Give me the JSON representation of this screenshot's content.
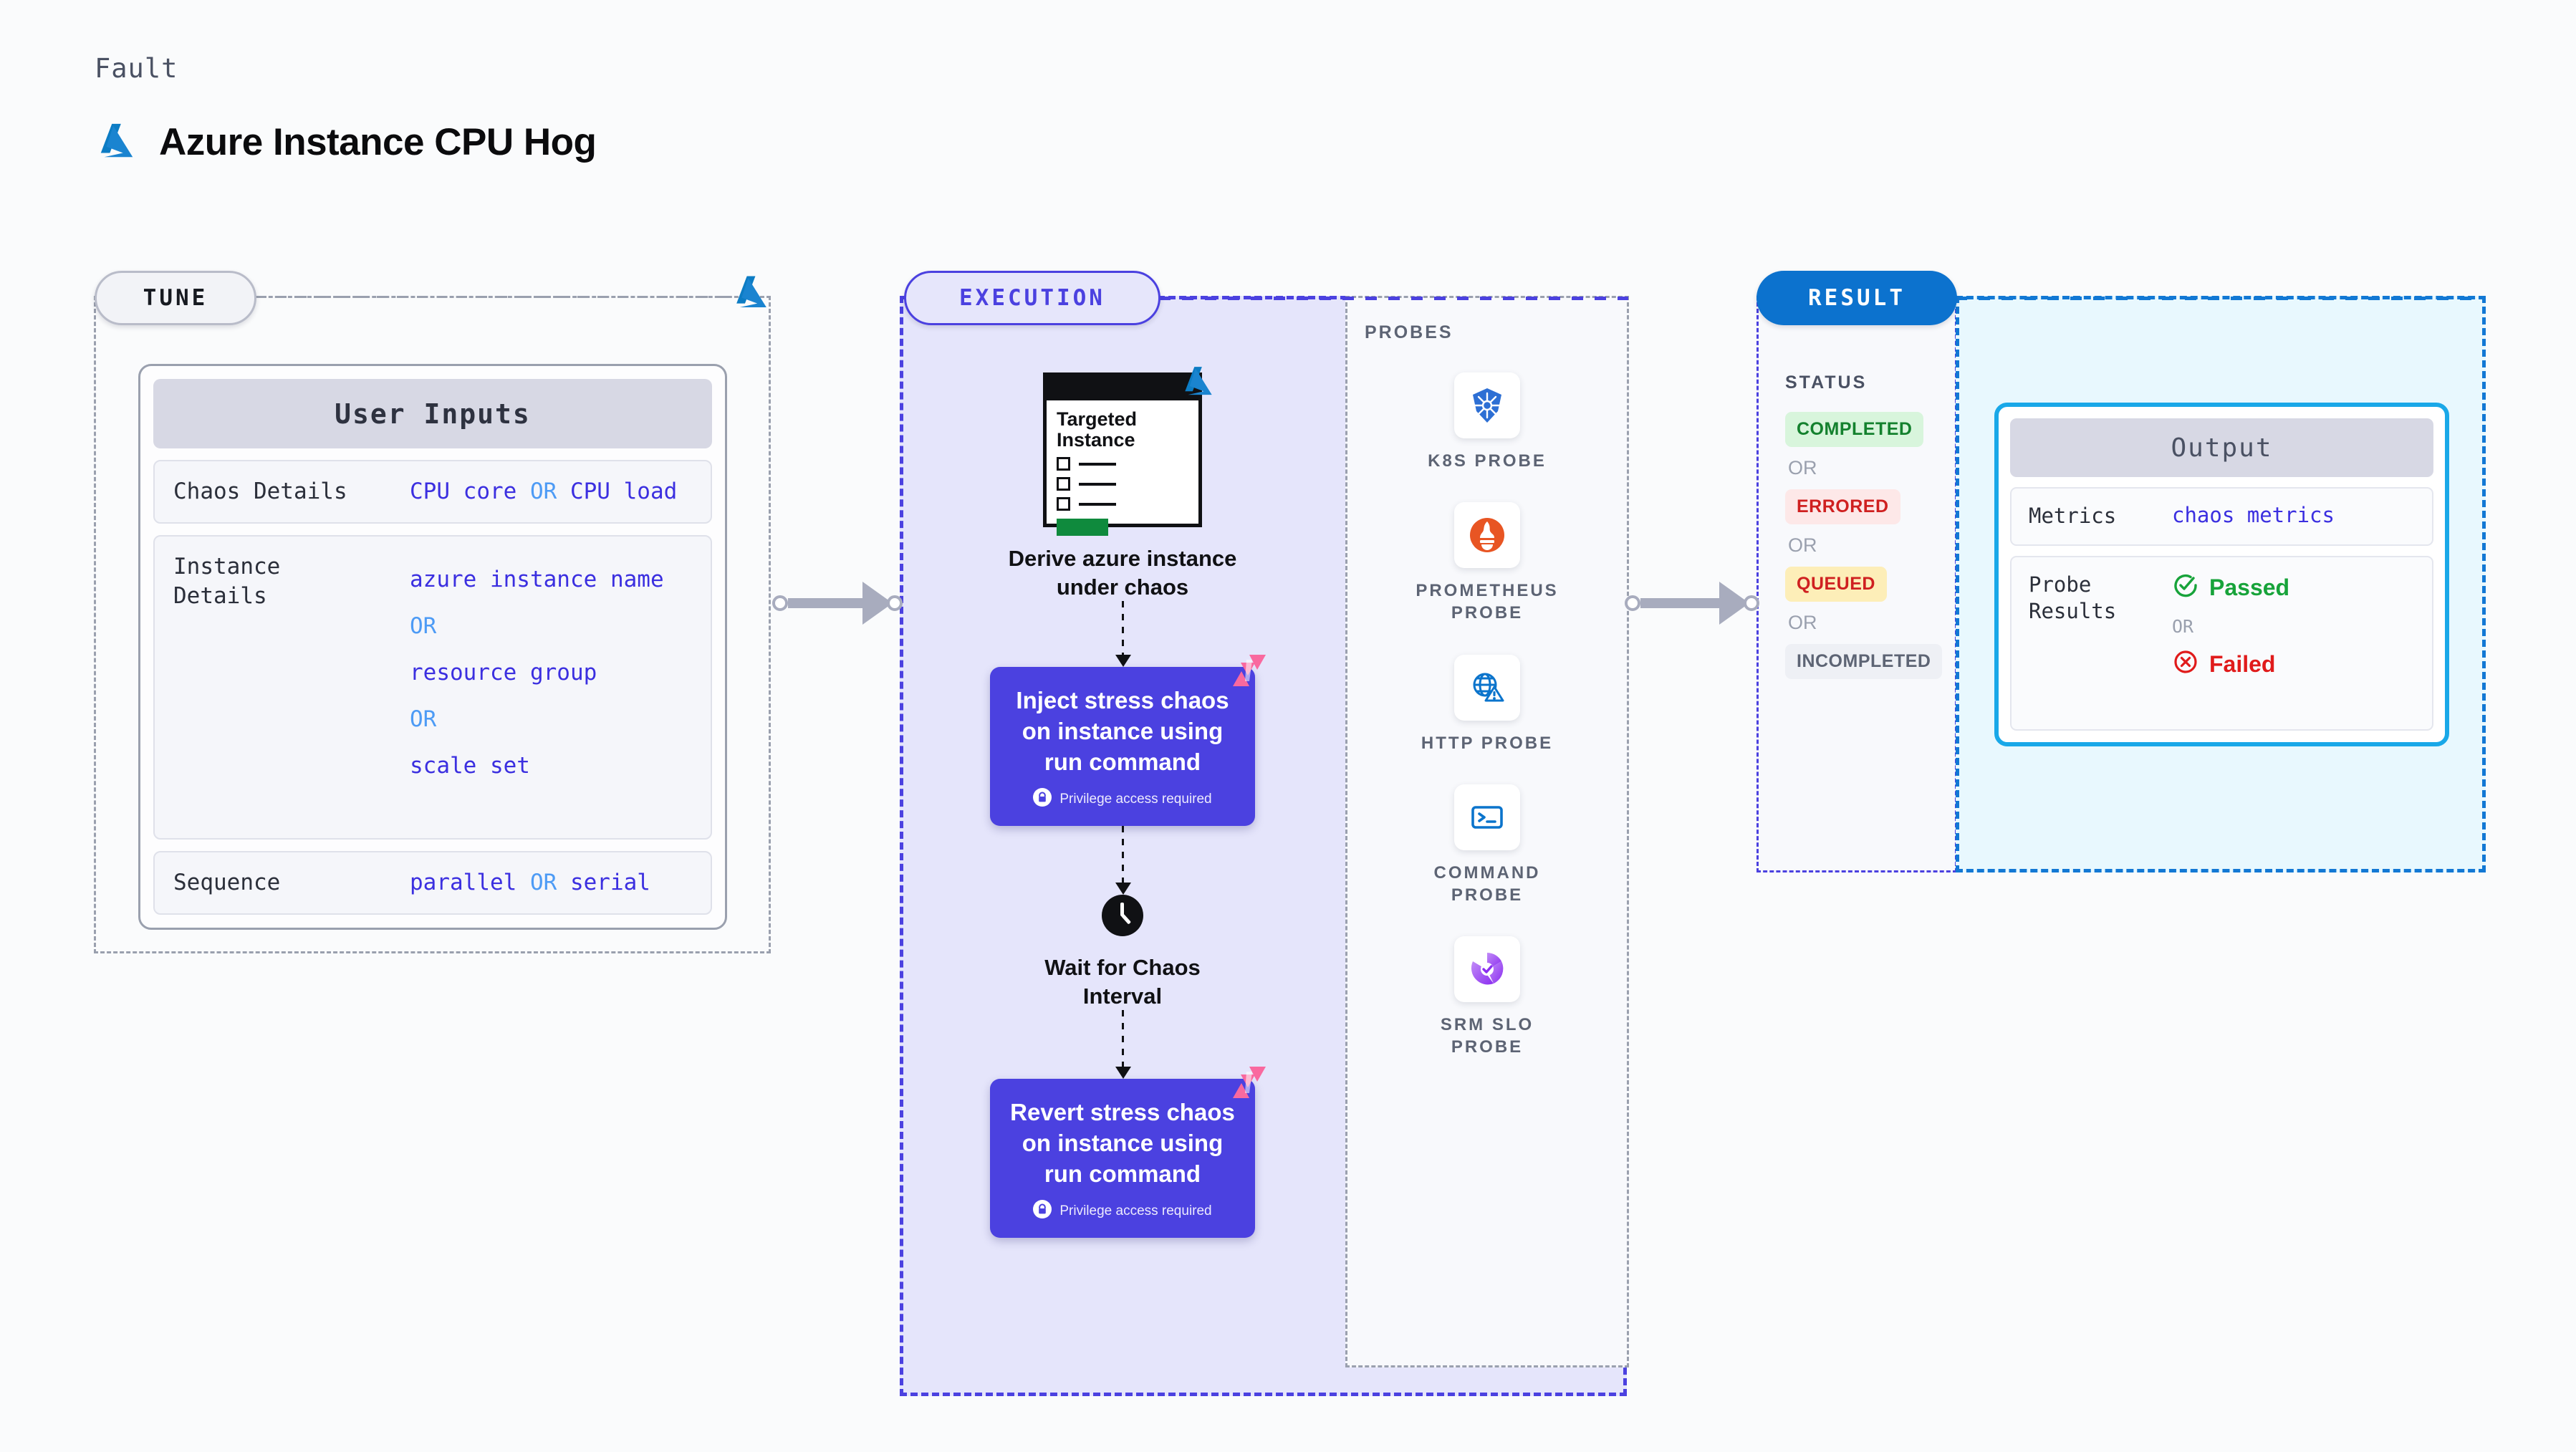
{
  "header": {
    "kind_label": "Fault",
    "title": "Azure Instance CPU Hog",
    "logo_icon": "azure-logo-icon"
  },
  "colors": {
    "tune_border": "#9aa0ae",
    "execution_border": "#4b41e0",
    "execution_fill": "#e5e5fb",
    "result_border": "#1278d4",
    "result_fill": "#e8f8fe",
    "result_badge": "#0c72ce",
    "chaos_box": "#4b41e0",
    "value_text": "#3b2fe0",
    "or_text": "#4d9bf5",
    "output_border": "#19a8e8",
    "passed": "#17a33a",
    "failed": "#e01b1b"
  },
  "tune": {
    "badge": "TUNE",
    "azure_icon": "azure-logo-icon",
    "card_title": "User Inputs",
    "rows": [
      {
        "key": "Chaos Details",
        "values": [
          "CPU core",
          "CPU load"
        ],
        "separator": "OR",
        "inline": true
      },
      {
        "key": "Instance\nDetails",
        "values": [
          "azure instance name",
          "resource group",
          "scale set"
        ],
        "separator": "OR",
        "inline": false
      },
      {
        "key": "Sequence",
        "values": [
          "parallel",
          "serial"
        ],
        "separator": "OR",
        "inline": true
      }
    ]
  },
  "execution": {
    "badge": "EXECUTION",
    "target_card": {
      "title": "Targeted\nInstance",
      "azure_icon": "azure-logo-icon",
      "checklist_rows": 3,
      "progress_bar_color": "#0f8a3d"
    },
    "steps": [
      {
        "type": "node",
        "caption": "Derive azure instance\nunder chaos"
      },
      {
        "type": "chaos",
        "text": "Inject stress chaos on instance using run command",
        "privilege_note": "Privilege access required",
        "lock_icon": "lock-icon",
        "corner_icon": "litmus-logo-icon"
      },
      {
        "type": "clock",
        "icon": "clock-icon",
        "caption": "Wait for Chaos\nInterval"
      },
      {
        "type": "chaos",
        "text": "Revert stress chaos on instance using run command",
        "privilege_note": "Privilege access required",
        "lock_icon": "lock-icon",
        "corner_icon": "litmus-logo-icon"
      }
    ]
  },
  "probes": {
    "title": "PROBES",
    "items": [
      {
        "label": "K8S PROBE",
        "icon": "kubernetes-icon"
      },
      {
        "label": "PROMETHEUS PROBE",
        "icon": "prometheus-icon"
      },
      {
        "label": "HTTP PROBE",
        "icon": "http-globe-warning-icon"
      },
      {
        "label": "COMMAND PROBE",
        "icon": "terminal-icon"
      },
      {
        "label": "SRM SLO PROBE",
        "icon": "srm-slo-icon"
      }
    ]
  },
  "result": {
    "badge": "RESULT",
    "status_title": "STATUS",
    "or_label": "OR",
    "statuses": [
      {
        "label": "COMPLETED",
        "variant": "completed"
      },
      {
        "label": "ERRORED",
        "variant": "errored"
      },
      {
        "label": "QUEUED",
        "variant": "queued"
      },
      {
        "label": "INCOMPLETED",
        "variant": "incompleted"
      }
    ],
    "output": {
      "title": "Output",
      "metrics_key": "Metrics",
      "metrics_value": "chaos metrics",
      "probe_results_key": "Probe\nResults",
      "passed_label": "Passed",
      "failed_label": "Failed",
      "or_label": "OR",
      "passed_icon": "check-circle-icon",
      "failed_icon": "x-circle-icon"
    }
  }
}
